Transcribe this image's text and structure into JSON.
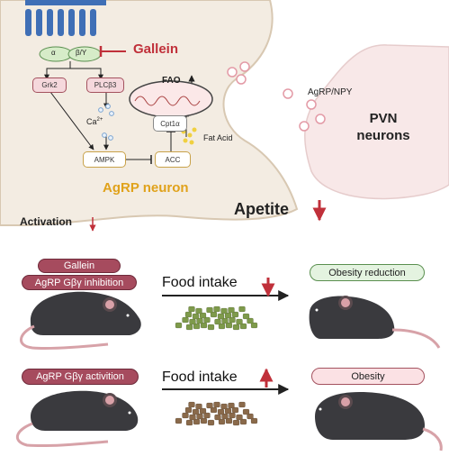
{
  "neuron": {
    "receptor_alpha": "α",
    "receptor_beta_gamma": "β/Y",
    "gallein": "Gallein",
    "grk2": "Grk2",
    "plcb3": "PLCβ3",
    "calcium": "Ca",
    "calcium_sup": "2+",
    "ampk": "AMPK",
    "acc": "ACC",
    "cpt1a": "Cpt1α",
    "fao": "FAO",
    "fat_acid": "Fat Acid",
    "cell_title": "AgRP neuron",
    "agrp_npy": "AgRP/NPY",
    "pvn": "PVN\nneurons"
  },
  "summary": {
    "activation": "Activation",
    "apetite": "Apetite"
  },
  "top_row": {
    "pill_gallein": "Gallein",
    "pill_inhibition": "AgRP Gβγ inhibition",
    "food_intake": "Food intake",
    "outcome": "Obesity reduction"
  },
  "bottom_row": {
    "pill_activation": "AgRP Gβγ activition",
    "food_intake": "Food intake",
    "outcome": "Obesity"
  },
  "colors": {
    "red": "#c0303a",
    "gold": "#e0a21b",
    "cell_fill": "#f3ece2",
    "receptor_blue": "#3f6fb6",
    "pellet_green": "#7e9a4b",
    "pellet_brown": "#8a6a4b",
    "mouse": "#3a3a3e"
  }
}
